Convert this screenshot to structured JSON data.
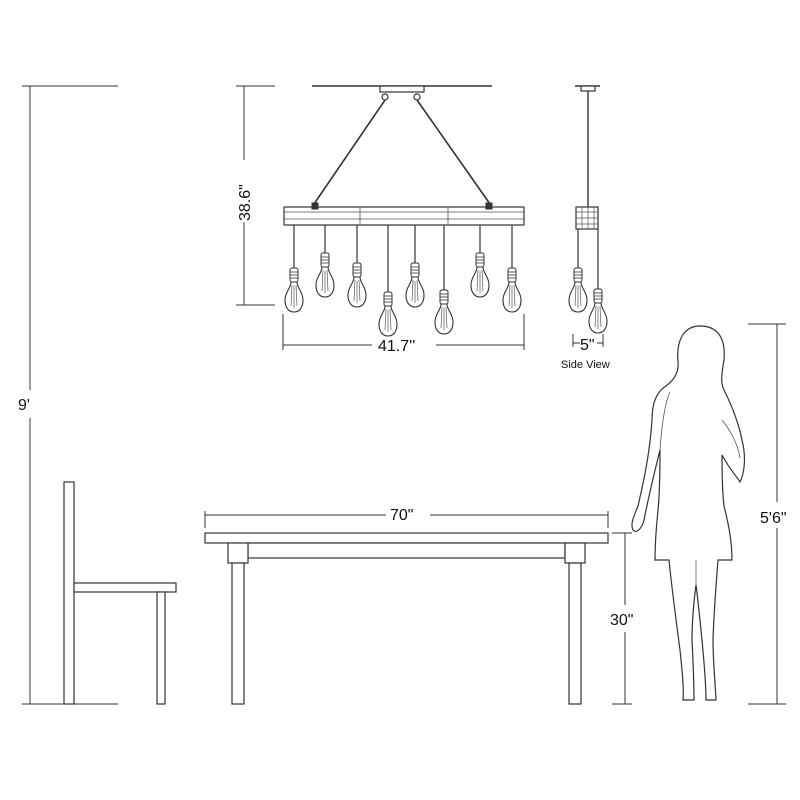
{
  "dimensions": {
    "ceiling_height": "9'",
    "fixture_height": "38.6\"",
    "fixture_width": "41.7''",
    "side_depth": "5\"",
    "table_length": "70\"",
    "table_height": "30\"",
    "person_height": "5'6\""
  },
  "labels": {
    "side_view": "Side View"
  }
}
